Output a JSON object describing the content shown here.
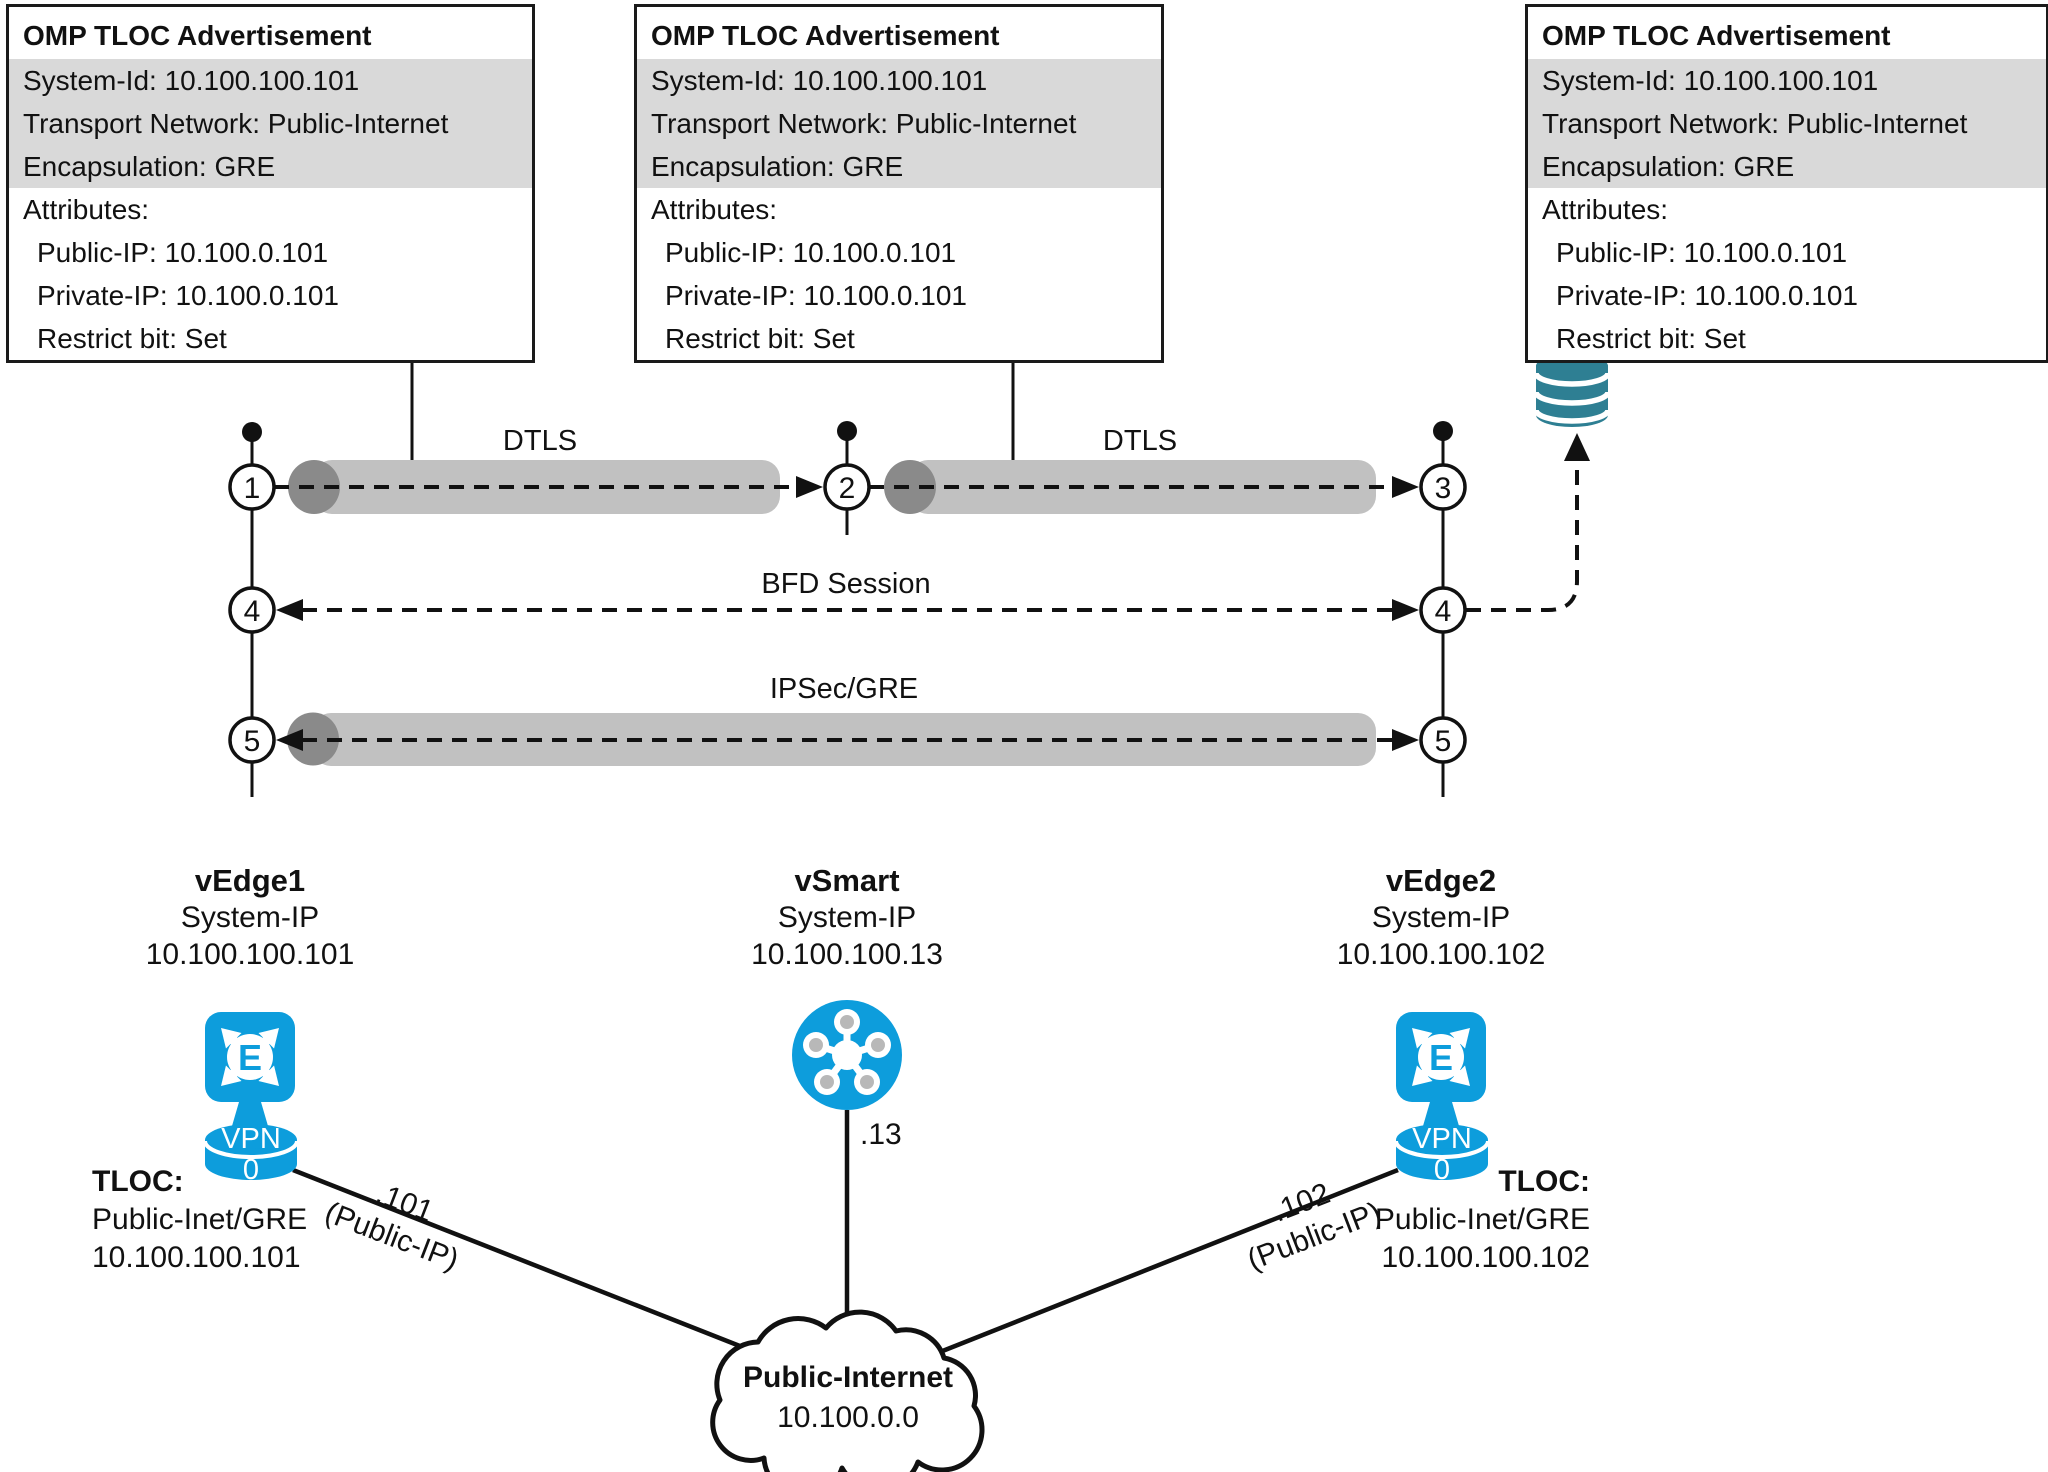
{
  "boxes": [
    {
      "title": "OMP TLOC Advertisement",
      "system_id": "System-Id: 10.100.100.101",
      "transport": "Transport Network: Public-Internet",
      "encapsulation": "Encapsulation: GRE",
      "attributes_label": "Attributes:",
      "public_ip": "Public-IP: 10.100.0.101",
      "private_ip": "Private-IP: 10.100.0.101",
      "restrict_bit": "Restrict bit: Set"
    },
    {
      "title": "OMP TLOC Advertisement",
      "system_id": "System-Id: 10.100.100.101",
      "transport": "Transport Network: Public-Internet",
      "encapsulation": "Encapsulation: GRE",
      "attributes_label": "Attributes:",
      "public_ip": "Public-IP: 10.100.0.101",
      "private_ip": "Private-IP: 10.100.0.101",
      "restrict_bit": "Restrict bit: Set"
    },
    {
      "title": "OMP TLOC Advertisement",
      "system_id": "System-Id: 10.100.100.101",
      "transport": "Transport Network: Public-Internet",
      "encapsulation": "Encapsulation: GRE",
      "attributes_label": "Attributes:",
      "public_ip": "Public-IP: 10.100.0.101",
      "private_ip": "Private-IP: 10.100.0.101",
      "restrict_bit": "Restrict bit: Set"
    }
  ],
  "timeline": {
    "step1": "1",
    "step2": "2",
    "step3": "3",
    "step4": "4",
    "step5": "5"
  },
  "tunnel_labels": {
    "dtls1": "DTLS",
    "dtls2": "DTLS",
    "bfd": "BFD Session",
    "ipsec": "IPSec/GRE"
  },
  "devices": {
    "vedge1": {
      "name": "vEdge1",
      "ip_label": "System-IP",
      "ip": "10.100.100.101",
      "icon_letter": "E",
      "vpn": "VPN",
      "vpn_id": "0"
    },
    "vsmart": {
      "name": "vSmart",
      "ip_label": "System-IP",
      "ip": "10.100.100.13",
      "link_label": ".13"
    },
    "vedge2": {
      "name": "vEdge2",
      "ip_label": "System-IP",
      "ip": "10.100.100.102",
      "icon_letter": "E",
      "vpn": "VPN",
      "vpn_id": "0"
    }
  },
  "tlocs": {
    "left": {
      "title": "TLOC:",
      "line1": "Public-Inet/GRE",
      "line2": "10.100.100.101"
    },
    "right": {
      "title": "TLOC:",
      "line1": "Public-Inet/GRE",
      "line2": "10.100.100.102"
    }
  },
  "links": {
    "left_label_line1": ".101",
    "left_label_line2": "(Public-IP)",
    "right_label_line1": ".102",
    "right_label_line2": "(Public-IP)"
  },
  "cloud": {
    "name": "Public-Internet",
    "network": "10.100.0.0"
  },
  "colors": {
    "device_blue": "#0d9ddc",
    "database_teal": "#2e7f93",
    "tunnel_body": "#c1c1c1",
    "tunnel_cap": "#8a8a8a",
    "shaded_row": "#d9d9d9",
    "line_black": "#111111"
  }
}
